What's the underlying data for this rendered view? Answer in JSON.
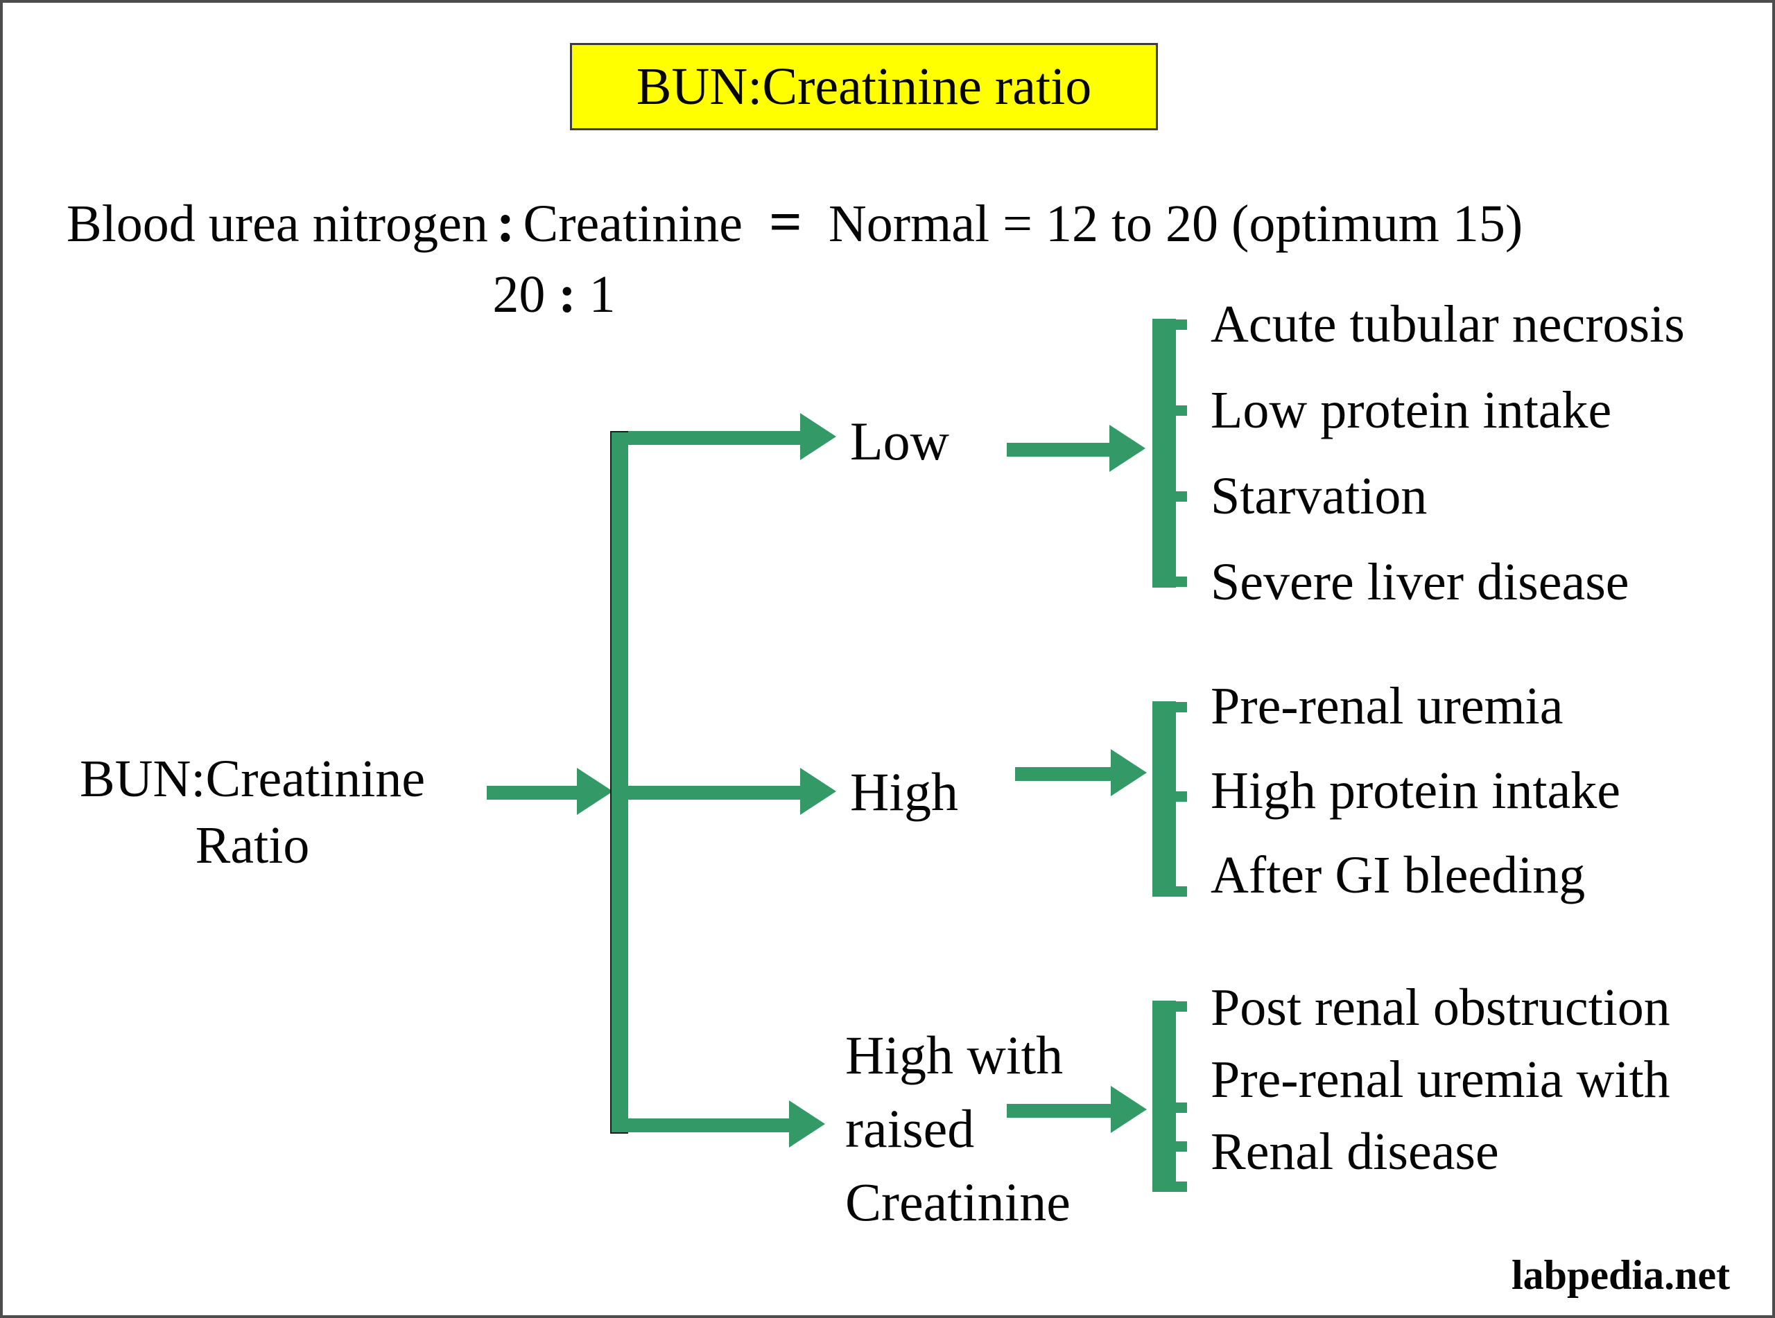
{
  "title": "BUN:Creatinine ratio",
  "formula": {
    "bun": "Blood urea nitrogen",
    "colon": ":",
    "creatinine": "Creatinine",
    "equals": "=",
    "normal": "Normal = 12 to 20 (optimum 15)",
    "ratio_left": "20",
    "ratio_colon": ":",
    "ratio_right": "1"
  },
  "root": {
    "line1": "BUN:Creatinine",
    "line2": "Ratio"
  },
  "branches": [
    {
      "label": "Low",
      "causes": [
        "Acute tubular necrosis",
        "Low protein intake",
        "Starvation",
        "Severe liver disease"
      ]
    },
    {
      "label": "High",
      "causes": [
        "Pre-renal uremia",
        "High protein intake",
        "After GI bleeding"
      ]
    },
    {
      "label_lines": [
        "High with",
        "raised",
        "Creatinine"
      ],
      "causes": [
        "Post renal obstruction",
        "Pre-renal uremia with",
        "Renal disease"
      ]
    }
  ],
  "footer": "labpedia.net",
  "colors": {
    "green": "#339966",
    "yellow": "#ffff00"
  }
}
